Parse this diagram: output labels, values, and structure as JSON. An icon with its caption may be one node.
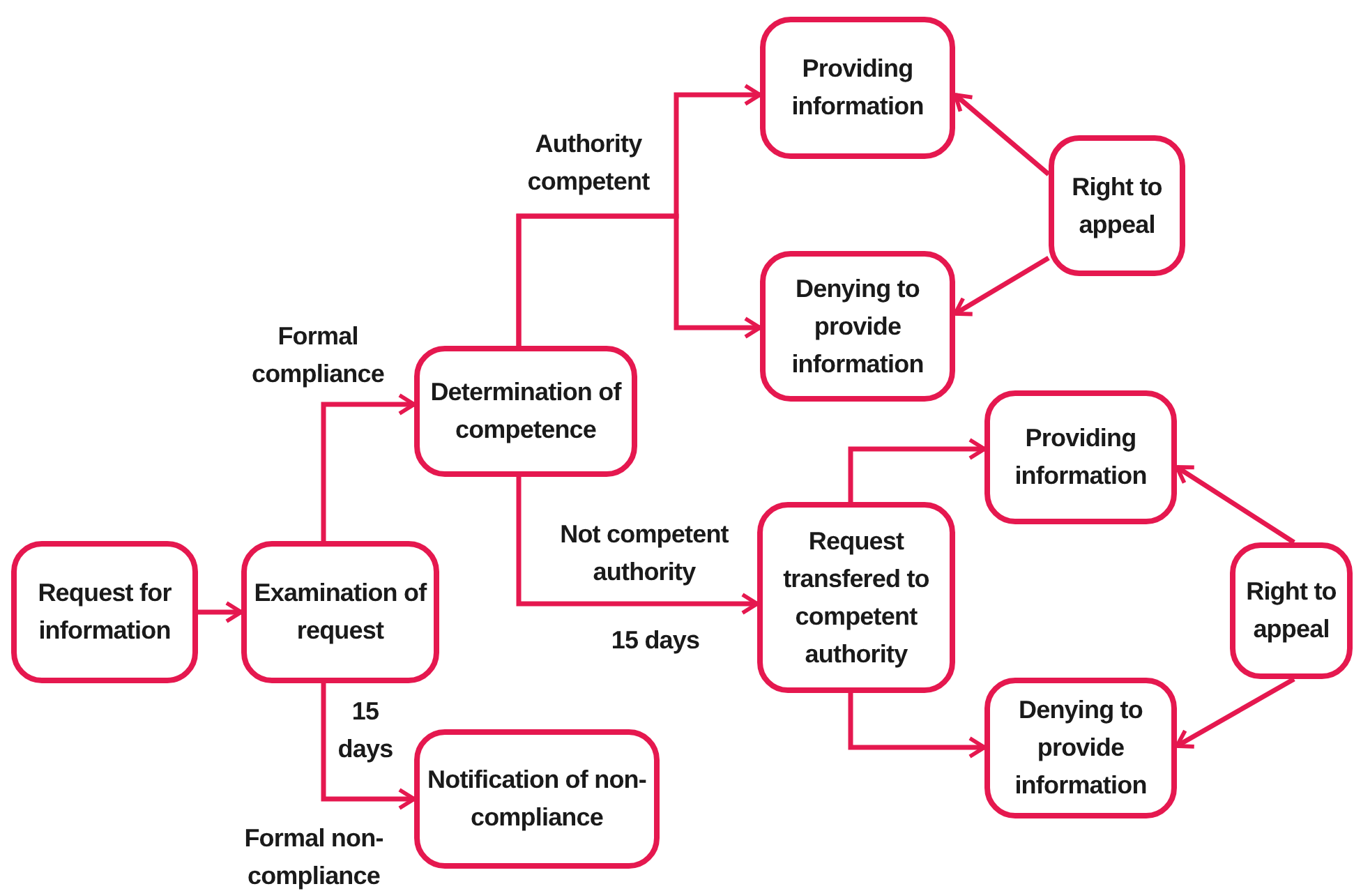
{
  "diagram": {
    "nodes": [
      {
        "text": [
          "Request for information"
        ]
      },
      {
        "text": [
          "Examination of request"
        ]
      },
      {
        "text": [
          "Determination of competence"
        ]
      },
      {
        "text": [
          "Notification of non-compliance"
        ]
      },
      {
        "text": [
          "Providing information"
        ]
      },
      {
        "text": [
          "Denying to provide information"
        ]
      },
      {
        "text": [
          "Right to appeal"
        ]
      },
      {
        "text": [
          "Request transfered to competent authority"
        ]
      },
      {
        "text": [
          "Providing information"
        ]
      },
      {
        "text": [
          "Denying to provide information"
        ]
      },
      {
        "text": [
          "Right to appeal"
        ]
      }
    ],
    "edges": [
      {
        "from": 0,
        "to": 1,
        "arrow": "to"
      },
      {
        "from": 1,
        "to": 2,
        "arrow": "to",
        "label": "Formal compliance"
      },
      {
        "from": 1,
        "to": 3,
        "arrow": "to",
        "label": "Formal non-compliance"
      },
      {
        "from": 2,
        "to": 4,
        "arrow": "to",
        "label": "Authority competent"
      },
      {
        "from": 2,
        "to": 5,
        "arrow": "to"
      },
      {
        "from": 6,
        "to": 4,
        "arrow": "to"
      },
      {
        "from": 6,
        "to": 5,
        "arrow": "to"
      },
      {
        "from": 2,
        "to": 7,
        "arrow": "to",
        "label": "Not competent authority"
      },
      {
        "from": 7,
        "to": 8,
        "arrow": "to"
      },
      {
        "from": 7,
        "to": 9,
        "arrow": "to"
      },
      {
        "from": 10,
        "to": 8,
        "arrow": "to"
      },
      {
        "from": 10,
        "to": 9,
        "arrow": "to"
      }
    ],
    "labels": [
      "15 days",
      "15 days"
    ]
  }
}
